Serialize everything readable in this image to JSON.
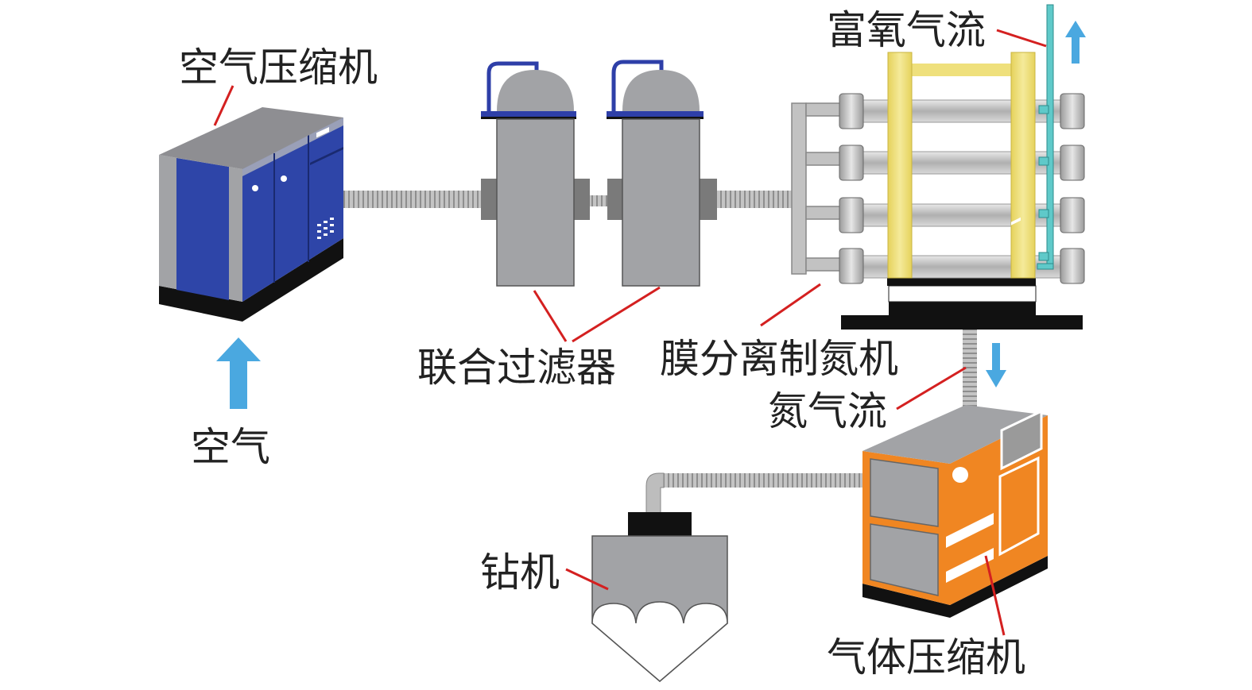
{
  "labels": {
    "air_compressor": "空气压缩机",
    "air": "空气",
    "combined_filter": "联合过滤器",
    "membrane_unit": "膜分离制氮机",
    "oxygen_flow": "富氧气流",
    "nitrogen_flow": "氮气流",
    "gas_compressor": "气体压缩机",
    "drill": "钻机"
  },
  "colors": {
    "compressor_blue": "#2e45a8",
    "compressor_gray": "#a2a3a6",
    "booster_orange": "#f08622",
    "membrane_yellow": "#efe07c",
    "oxygen_pipe": "#5fc9c9",
    "arrow_blue": "#4aa8e0",
    "leader_red": "#d42020",
    "pipe_gray": "#b5b5b5",
    "machine_black": "#111111"
  }
}
